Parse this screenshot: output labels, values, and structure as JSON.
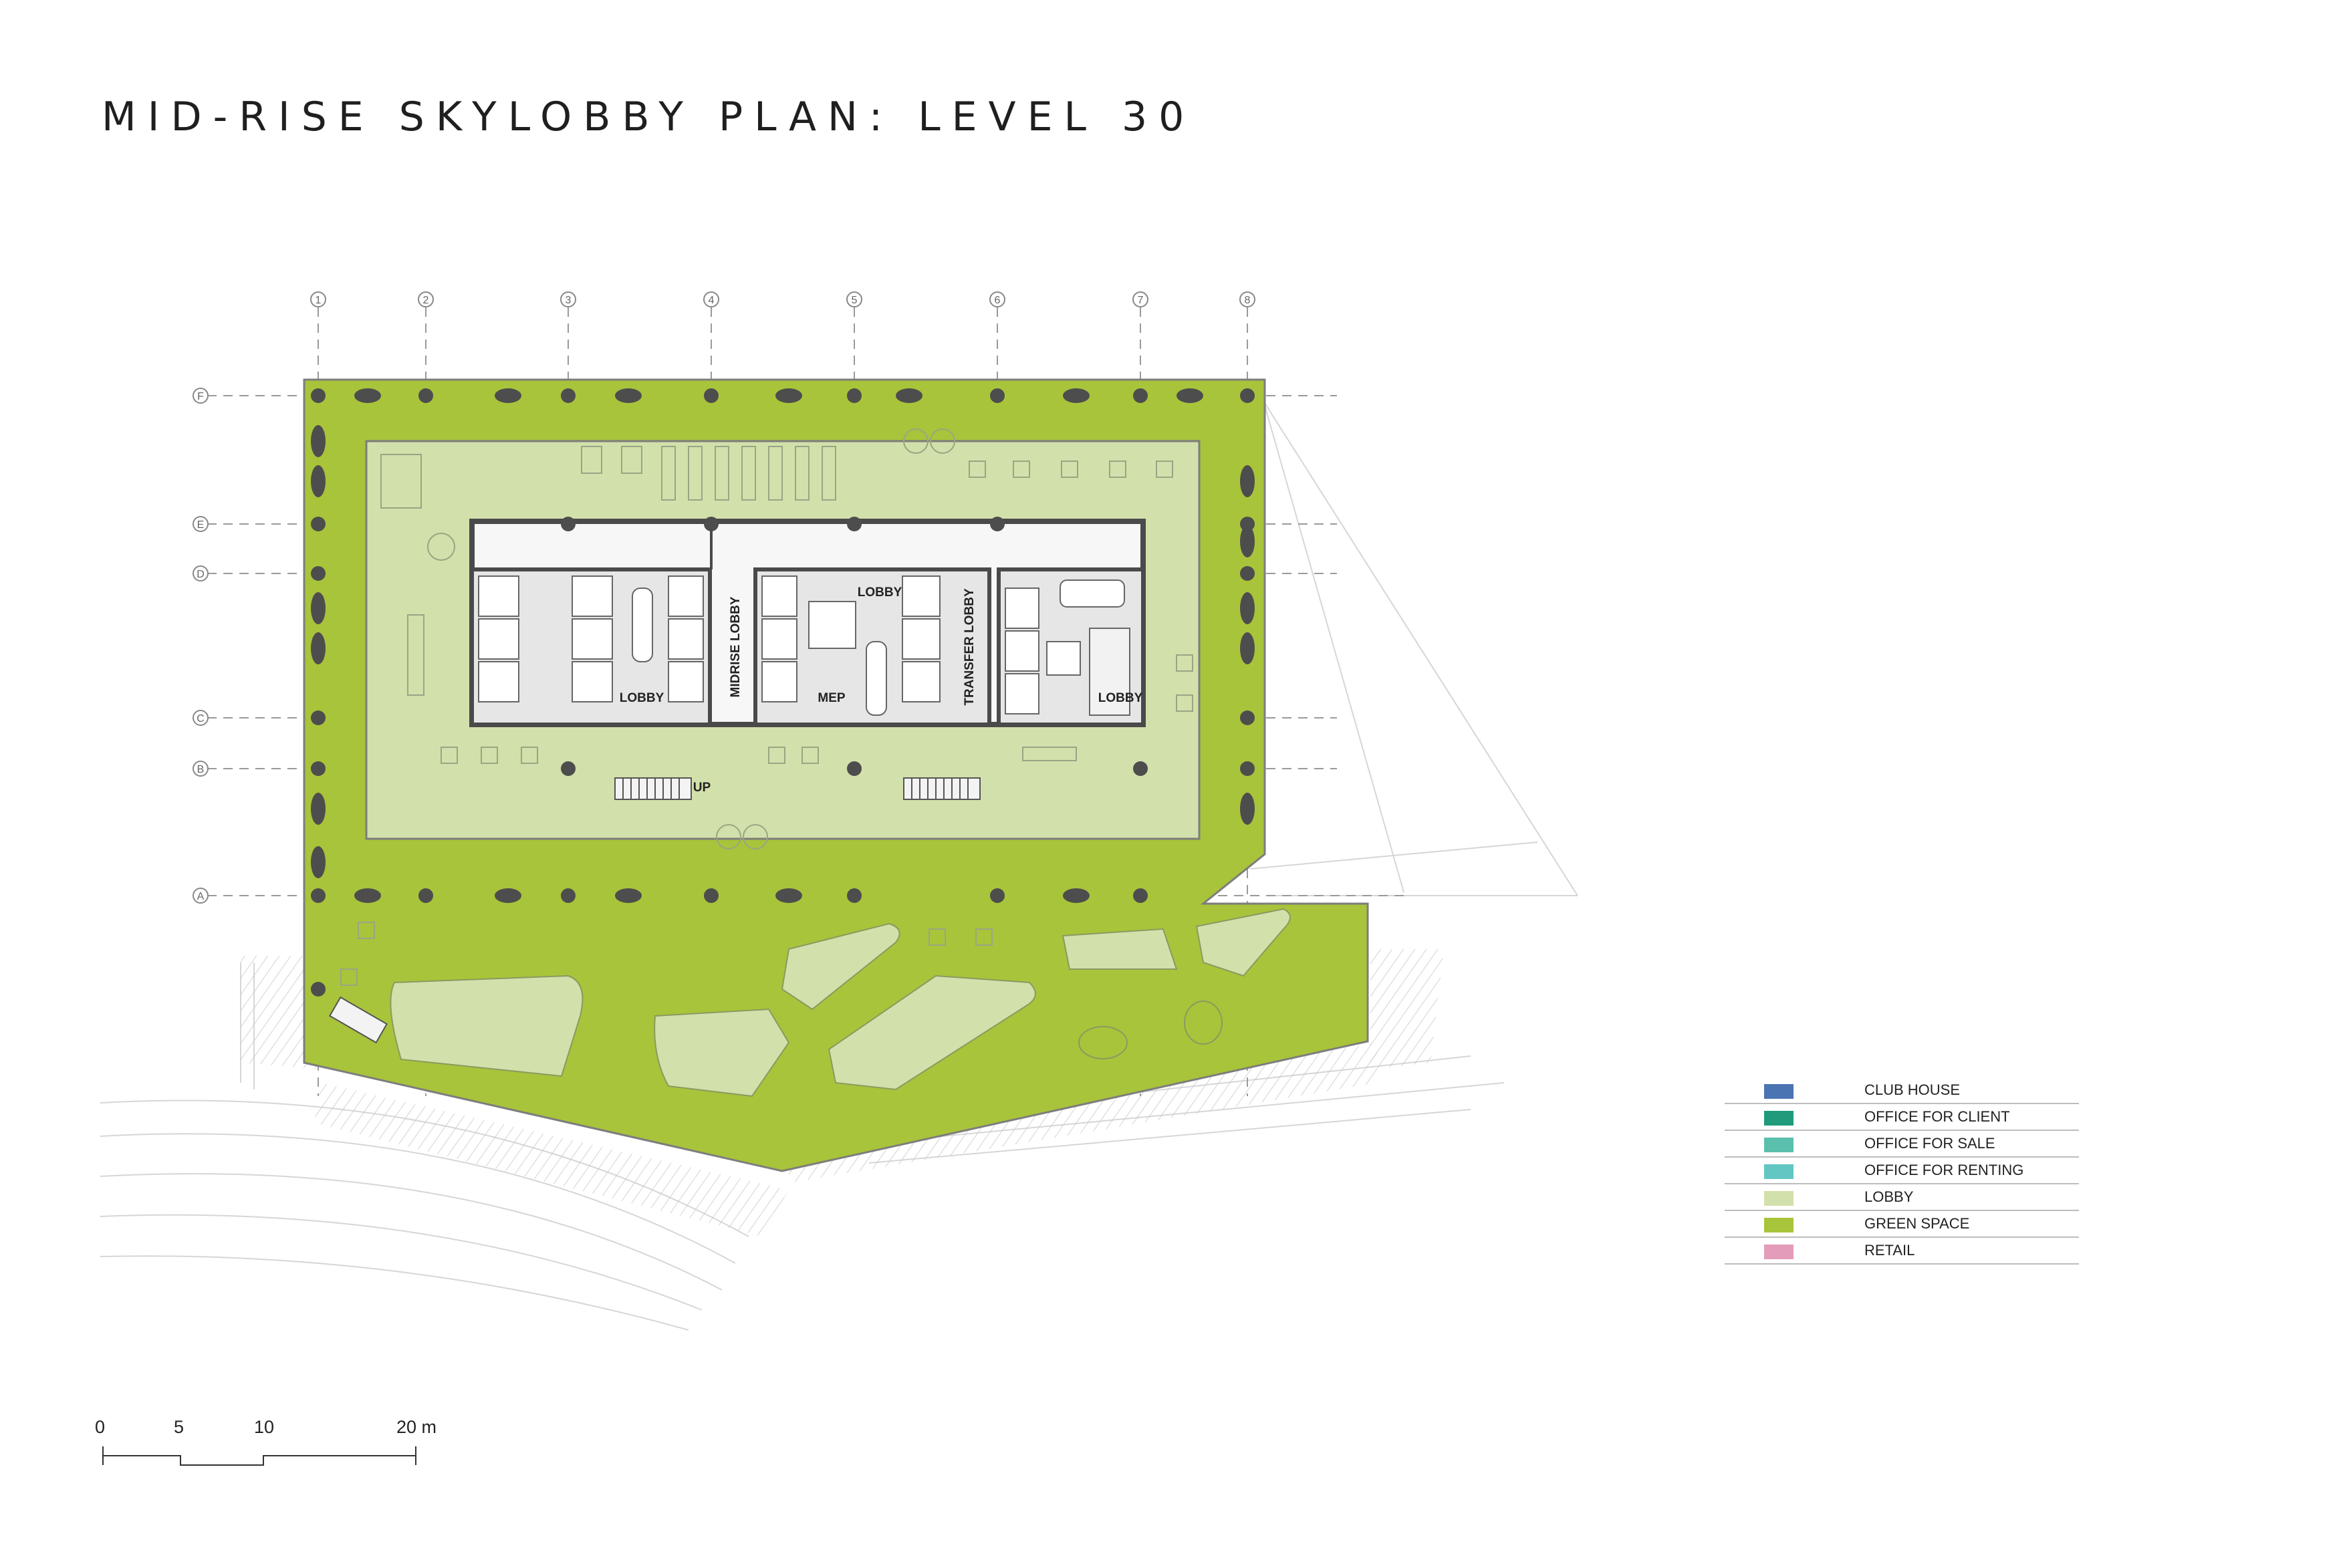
{
  "title": "MID-RISE SKYLOBBY PLAN: LEVEL 30",
  "grid": {
    "columns": [
      "1",
      "2",
      "3",
      "4",
      "5",
      "6",
      "7",
      "8"
    ],
    "rows": [
      "F",
      "E",
      "D",
      "C",
      "B",
      "A"
    ]
  },
  "room_labels": {
    "lobby_1": "LOBBY",
    "midrise_lobby": "MIDRISE LOBBY",
    "lobby_top": "LOBBY",
    "mep": "MEP",
    "transfer_lobby": "TRANSFER LOBBY",
    "lobby_2": "LOBBY",
    "stair_up": "UP"
  },
  "colors": {
    "green_space": "#a8c43a",
    "lobby": "#d2e0ab",
    "core_wall": "#4a4a4a",
    "column": "#4d4d4d"
  },
  "legend": [
    {
      "label": "CLUB HOUSE",
      "color": "#4a74b2"
    },
    {
      "label": "OFFICE FOR CLIENT",
      "color": "#1f9a7a"
    },
    {
      "label": "OFFICE FOR SALE",
      "color": "#5bbfae"
    },
    {
      "label": "OFFICE FOR RENTING",
      "color": "#62c6c2"
    },
    {
      "label": "LOBBY",
      "color": "#d2e0ab"
    },
    {
      "label": "GREEN SPACE",
      "color": "#a8c43a"
    },
    {
      "label": "RETAIL",
      "color": "#e49cbb"
    }
  ],
  "scale_bar": {
    "labels": [
      "0",
      "5",
      "10",
      "20 m"
    ]
  }
}
